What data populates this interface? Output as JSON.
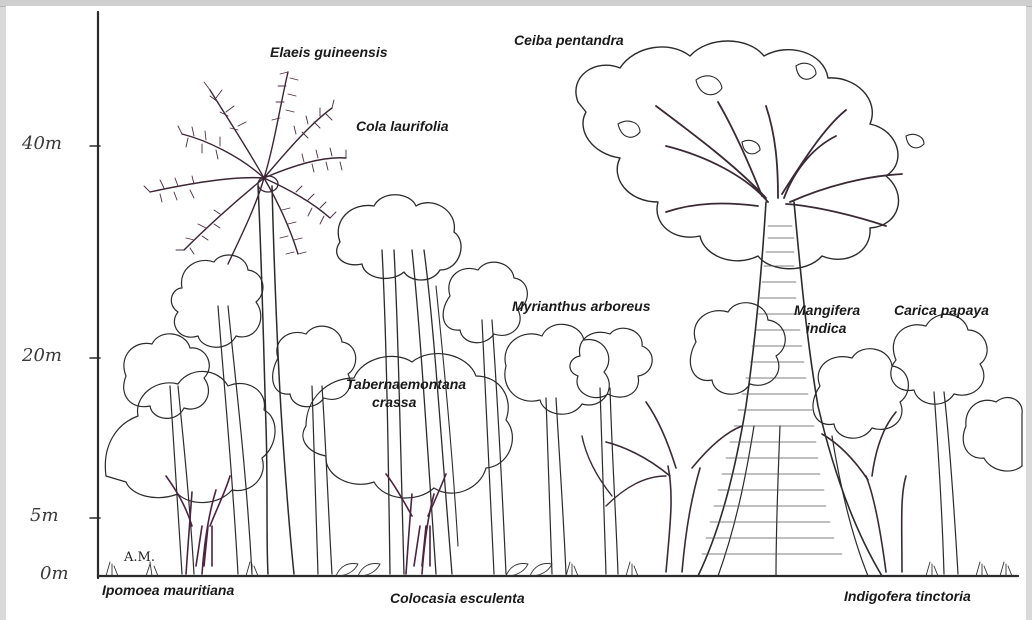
{
  "figure": {
    "height_axis": {
      "ticks": [
        "40m",
        "20m",
        "5m",
        "0m"
      ]
    },
    "artist_initials": "A.M.",
    "species": {
      "elaeis": "Elaeis guineensis",
      "ceiba": "Ceiba pentandra",
      "cola": "Cola laurifolia",
      "myrianthus": "Myrianthus arboreus",
      "mangifera_1": "Mangifera",
      "mangifera_2": "indica",
      "carica": "Carica papaya",
      "tabernaemontana_1": "Tabernaemontana",
      "tabernaemontana_2": "crassa",
      "ipomoea": "Ipomoea mauritiana",
      "colocasia": "Colocasia esculenta",
      "indigofera": "Indigofera tinctoria"
    }
  }
}
